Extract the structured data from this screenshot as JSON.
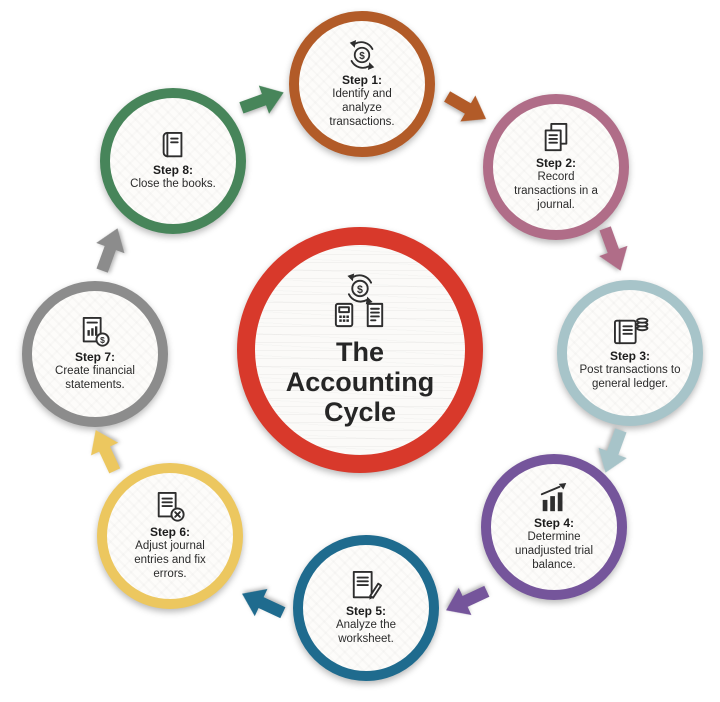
{
  "diagram": {
    "center": {
      "title": "The\nAccounting\nCycle",
      "ring_color": "#d8392b",
      "icon": "accounting-cycle-tools-icon"
    },
    "steps": [
      {
        "label": "Step 1:",
        "text": "Identify and analyze transactions.",
        "color": "#b25b28",
        "icon": "dollar-cycle-icon"
      },
      {
        "label": "Step 2:",
        "text": "Record transactions in a journal.",
        "color": "#b06d88",
        "icon": "documents-icon"
      },
      {
        "label": "Step 3:",
        "text": "Post transactions to general ledger.",
        "color": "#a7c4c9",
        "icon": "ledger-coins-icon"
      },
      {
        "label": "Step 4:",
        "text": "Determine unadjusted trial balance.",
        "color": "#75559b",
        "icon": "bar-chart-growth-icon"
      },
      {
        "label": "Step 5:",
        "text": "Analyze the worksheet.",
        "color": "#1f6b8e",
        "icon": "worksheet-pencil-icon"
      },
      {
        "label": "Step 6:",
        "text": "Adjust journal entries and fix errors.",
        "color": "#ecc75f",
        "icon": "document-error-icon"
      },
      {
        "label": "Step 7:",
        "text": "Create financial statements.",
        "color": "#8c8c8c",
        "icon": "financial-statement-icon"
      },
      {
        "label": "Step 8:",
        "text": "Close the books.",
        "color": "#47855a",
        "icon": "book-icon"
      }
    ],
    "arrows": [
      {
        "name": "step1-to-step2",
        "color": "#b25b28"
      },
      {
        "name": "step2-to-step3",
        "color": "#b06d88"
      },
      {
        "name": "step3-to-step4",
        "color": "#a7c4c9"
      },
      {
        "name": "step4-to-step5",
        "color": "#75559b"
      },
      {
        "name": "step5-to-step6",
        "color": "#1f6b8e"
      },
      {
        "name": "step6-to-step7",
        "color": "#ecc75f"
      },
      {
        "name": "step7-to-step8",
        "color": "#8c8c8c"
      },
      {
        "name": "step8-to-step1",
        "color": "#47855a"
      }
    ]
  }
}
